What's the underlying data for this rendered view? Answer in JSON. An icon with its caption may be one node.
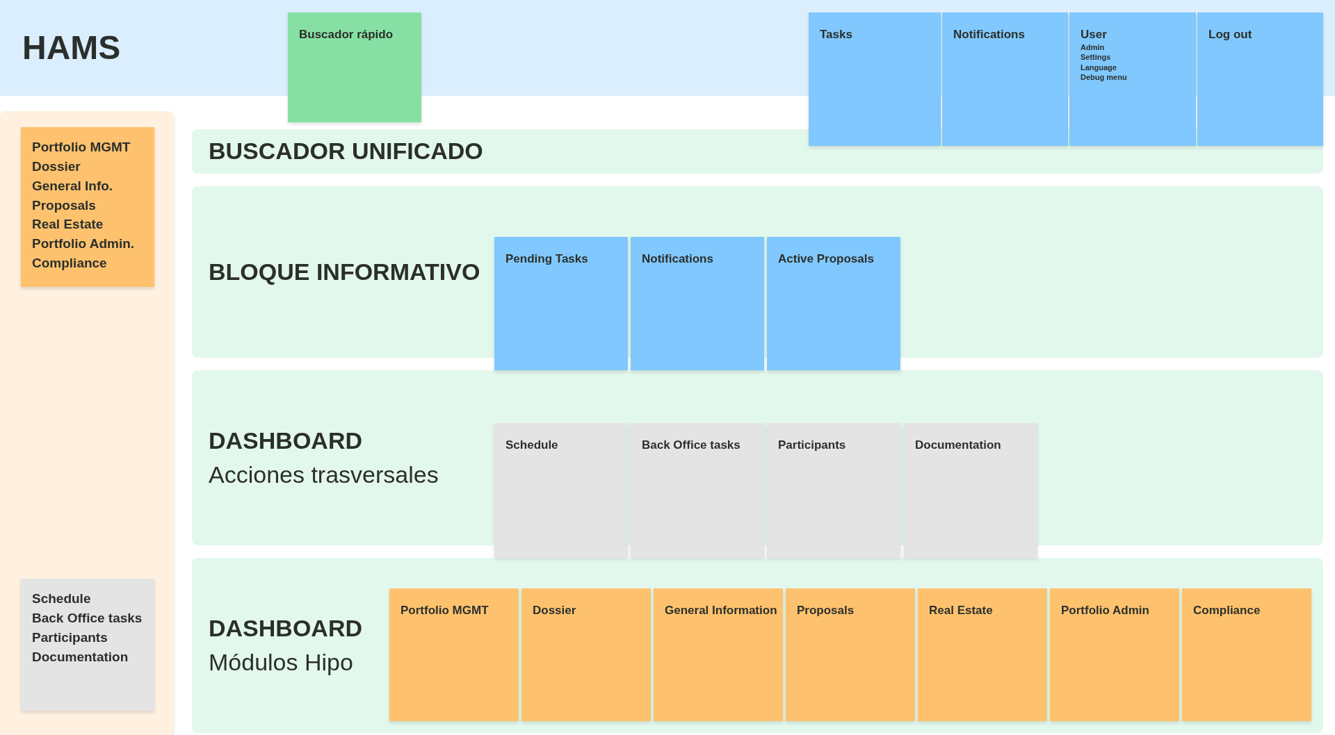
{
  "diagram": {
    "nodes": [
      {
        "text": [
          "HAMS"
        ]
      },
      {
        "text": [
          "Buscador rápido"
        ]
      },
      {
        "text": [
          "Tasks"
        ]
      },
      {
        "text": [
          "Notifications"
        ]
      },
      {
        "text": [
          "User",
          "Admin",
          "Settings",
          "Language",
          "Debug menu"
        ]
      },
      {
        "text": [
          "Log out"
        ]
      },
      {
        "text": [],
        "shape": "box"
      },
      {
        "text": [
          "Portfolio MGMT",
          "Dossier",
          "General Info.",
          "Proposals",
          "Real Estate",
          "Portfolio Admin.",
          "Compliance"
        ],
        "in": 6
      },
      {
        "text": [
          "Schedule",
          "Back Office tasks",
          "Participants",
          "Documentation"
        ],
        "in": 6
      },
      {
        "text": [
          "BUSCADOR UNIFICADO"
        ]
      },
      {
        "text": [
          "BLOQUE INFORMATIVO"
        ]
      },
      {
        "text": [
          "Pending Tasks"
        ]
      },
      {
        "text": [
          "Notifications"
        ]
      },
      {
        "text": [
          "Active Proposals"
        ]
      },
      {
        "text": [
          "DASHBOARD",
          "Acciones trasversales"
        ]
      },
      {
        "text": [
          "Schedule"
        ]
      },
      {
        "text": [
          "Back Office tasks"
        ]
      },
      {
        "text": [
          "Participants"
        ]
      },
      {
        "text": [
          "Documentation"
        ]
      },
      {
        "text": [
          "DASHBOARD",
          "Módulos Hipo"
        ]
      },
      {
        "text": [
          "Portfolio MGMT"
        ],
        "in": 19
      },
      {
        "text": [
          "Dossier"
        ],
        "in": 19
      },
      {
        "text": [
          "General Information"
        ],
        "in": 19
      },
      {
        "text": [
          "Proposals"
        ],
        "in": 19
      },
      {
        "text": [
          "Real Estate"
        ],
        "in": 19
      },
      {
        "text": [
          "Portfolio Admin"
        ],
        "in": 19
      },
      {
        "text": [
          "Compliance"
        ],
        "in": 19
      }
    ]
  }
}
